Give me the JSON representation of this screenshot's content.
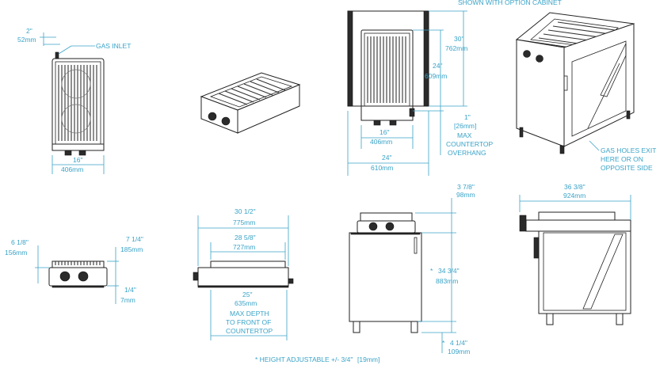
{
  "header": {
    "option_note": "SHOWN WITH OPTION CABINET"
  },
  "top_view": {
    "inlet_depth": "2\"",
    "inlet_depth_mm": "52mm",
    "gas_inlet": "GAS INLET",
    "width": "16\"",
    "width_mm": "406mm"
  },
  "cabinet_top_view": {
    "depth": "30\"",
    "depth_mm": "762mm",
    "inner_depth": "24\"",
    "inner_depth_mm": "609mm",
    "overhang": "1\"",
    "overhang_mm": "[26mm]",
    "max_overhang_1": "MAX",
    "max_overhang_2": "COUNTERTOP",
    "max_overhang_3": "OVERHANG",
    "inner_width": "16\"",
    "inner_width_mm": "406mm",
    "outer_width": "24\"",
    "outer_width_mm": "610mm"
  },
  "iso_cabinet": {
    "gas_note_1": "GAS HOLES EXITS",
    "gas_note_2": "HERE OR ON",
    "gas_note_3": "OPPOSITE SIDE"
  },
  "front_view": {
    "side_depth": "6 1/8\"",
    "side_depth_mm": "156mm",
    "height": "7 1/4\"",
    "height_mm": "185mm",
    "base": "1/4\"",
    "base_mm": "7mm"
  },
  "side_view": {
    "overall": "30 1/2\"",
    "overall_mm": "775mm",
    "body": "28 5/8\"",
    "body_mm": "727mm",
    "max_depth": "25\"",
    "max_depth_mm": "635mm",
    "max_note_1": "MAX DEPTH",
    "max_note_2": "TO FRONT OF",
    "max_note_3": "COUNTERTOP"
  },
  "cabinet_front": {
    "top": "3 7/8\"",
    "top_mm": "98mm",
    "height": "34 3/4\"",
    "height_mm": "883mm",
    "leg": "4 1/4\"",
    "leg_mm": "109mm",
    "star": "*"
  },
  "cabinet_side": {
    "width": "36 3/8\"",
    "width_mm": "924mm"
  },
  "footnote": {
    "text": "*  HEIGHT ADJUSTABLE +/- 3/4\"",
    "mm": "[19mm]"
  }
}
